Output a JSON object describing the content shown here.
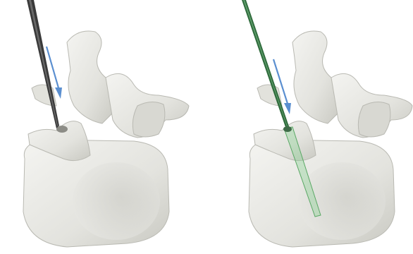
{
  "figure": {
    "background": "#ffffff",
    "panels": [
      {
        "id": "left",
        "tool": "dark-needle",
        "tool_color": "#3a3a3a",
        "arrow_color": "#5b8fd0"
      },
      {
        "id": "right",
        "tool": "green-guide-wire",
        "tool_color": "#2f6b3c",
        "trajectory_color": "#7fcf8a",
        "arrow_color": "#5b8fd0"
      }
    ],
    "bone_color": "#e6e6e1",
    "bone_shadow_color": "#bdbdb6"
  }
}
